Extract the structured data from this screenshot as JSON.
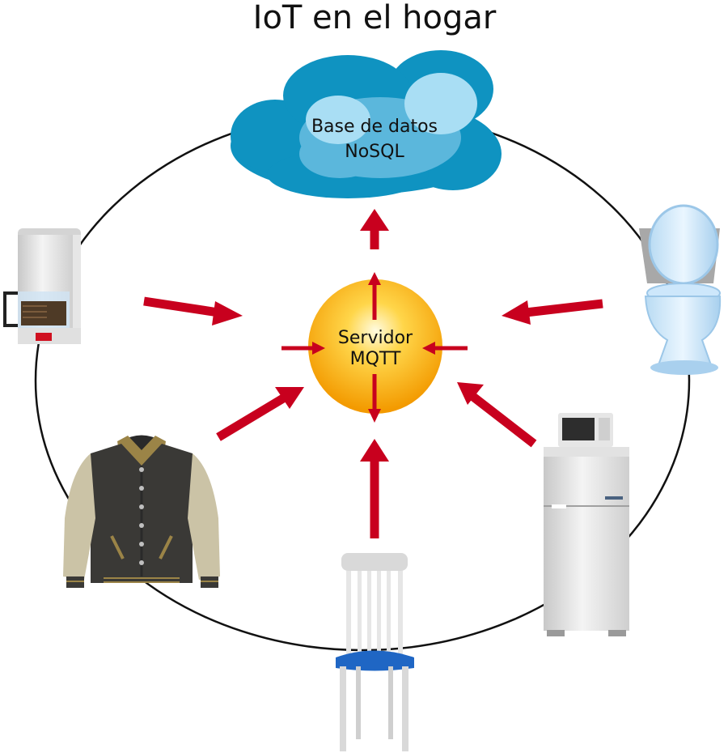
{
  "title": "IoT en el hogar",
  "cloud": {
    "line1": "Base de datos",
    "line2": "NoSQL"
  },
  "server": {
    "line1": "Servidor",
    "line2": "MQTT"
  },
  "colors": {
    "arrow": "#c8001e",
    "cloud_outer": "#0f93c1",
    "cloud_inner": "#5bb7dc",
    "cloud_light": "#a9def4",
    "sphere_center": "#fff7c2",
    "sphere_edge": "#f39a00",
    "ring": "#111111"
  },
  "devices": [
    {
      "name": "coffee-maker-icon"
    },
    {
      "name": "toilet-icon"
    },
    {
      "name": "jacket-icon"
    },
    {
      "name": "chair-icon"
    },
    {
      "name": "refrigerator-microwave-icon"
    }
  ]
}
